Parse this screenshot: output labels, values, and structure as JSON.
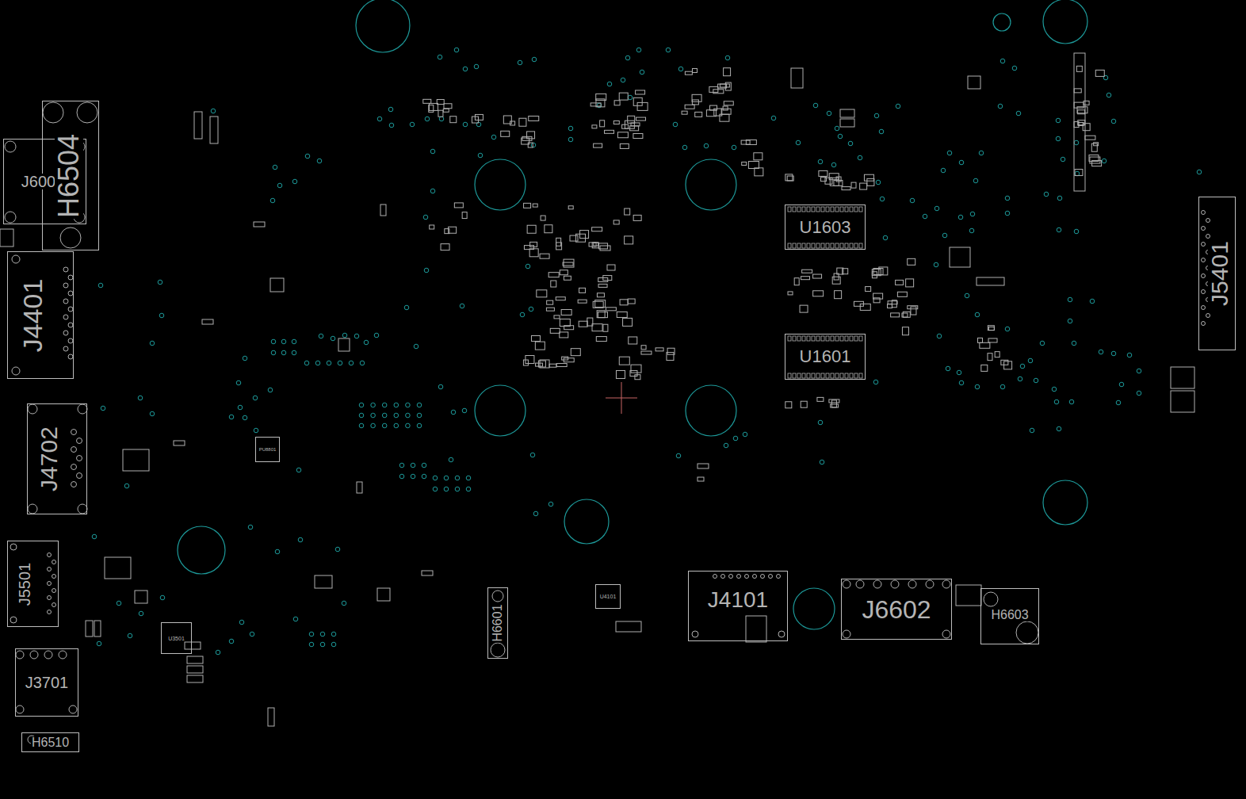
{
  "diagram": {
    "nodes": [
      {
        "text": [
          "J600"
        ]
      },
      {
        "text": [
          "H6504"
        ]
      },
      {
        "text": [
          "J4401"
        ]
      },
      {
        "text": [
          "J4702"
        ]
      },
      {
        "text": [
          "J5501"
        ]
      },
      {
        "text": [
          "J3701"
        ]
      },
      {
        "text": [
          "H6510"
        ]
      },
      {
        "text": [
          "PU8801"
        ]
      },
      {
        "text": [
          "U3501"
        ]
      },
      {
        "text": [
          "H6601"
        ]
      },
      {
        "text": [
          "U4101"
        ]
      },
      {
        "text": [
          "J4101"
        ]
      },
      {
        "text": [
          "J6602"
        ]
      },
      {
        "text": [
          "H6603"
        ]
      },
      {
        "text": [
          "U1603"
        ]
      },
      {
        "text": [
          "U1601"
        ]
      },
      {
        "text": [
          "J5401"
        ]
      }
    ]
  }
}
